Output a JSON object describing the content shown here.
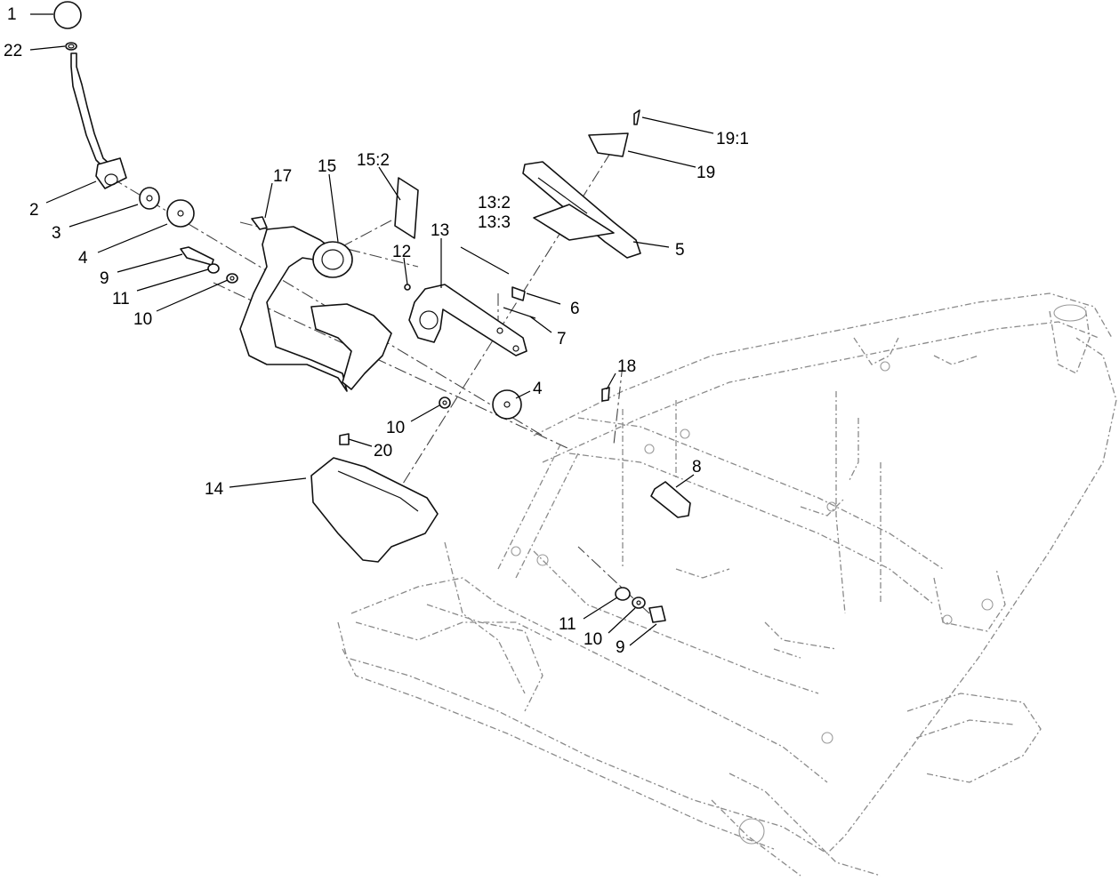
{
  "callouts": [
    {
      "id": "c1",
      "label": "1"
    },
    {
      "id": "c22",
      "label": "22"
    },
    {
      "id": "c2",
      "label": "2"
    },
    {
      "id": "c3",
      "label": "3"
    },
    {
      "id": "c4a",
      "label": "4"
    },
    {
      "id": "c9a",
      "label": "9"
    },
    {
      "id": "c11a",
      "label": "11"
    },
    {
      "id": "c10a",
      "label": "10"
    },
    {
      "id": "c17",
      "label": "17"
    },
    {
      "id": "c15",
      "label": "15"
    },
    {
      "id": "c152",
      "label": "15:2"
    },
    {
      "id": "c12",
      "label": "12"
    },
    {
      "id": "c13",
      "label": "13"
    },
    {
      "id": "c132",
      "label": "13:2"
    },
    {
      "id": "c133",
      "label": "13:3"
    },
    {
      "id": "c191",
      "label": "19:1"
    },
    {
      "id": "c19",
      "label": "19"
    },
    {
      "id": "c5",
      "label": "5"
    },
    {
      "id": "c6",
      "label": "6"
    },
    {
      "id": "c7",
      "label": "7"
    },
    {
      "id": "c18",
      "label": "18"
    },
    {
      "id": "c4b",
      "label": "4"
    },
    {
      "id": "c10b",
      "label": "10"
    },
    {
      "id": "c20",
      "label": "20"
    },
    {
      "id": "c14",
      "label": "14"
    },
    {
      "id": "c8",
      "label": "8"
    },
    {
      "id": "c11b",
      "label": "11"
    },
    {
      "id": "c10c",
      "label": "10"
    },
    {
      "id": "c9b",
      "label": "9"
    }
  ]
}
